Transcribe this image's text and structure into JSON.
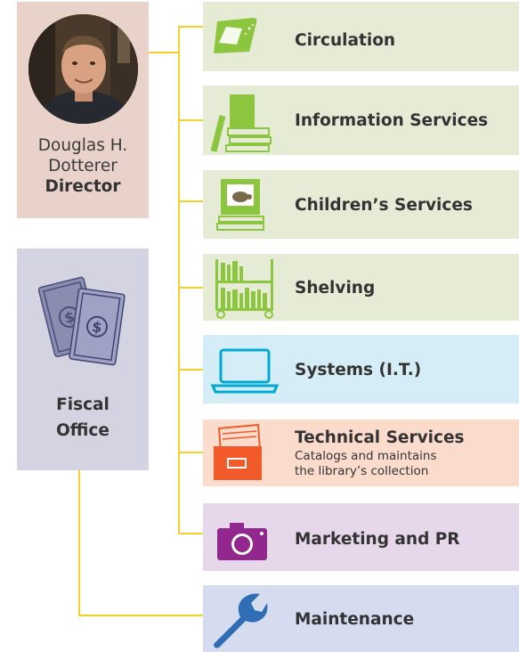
{
  "director": {
    "name_line1": "Douglas H.",
    "name_line2": "Dotterer",
    "title": "Director"
  },
  "fiscal": {
    "line1": "Fiscal",
    "line2": "Office"
  },
  "departments": [
    {
      "label": "Circulation",
      "icon": "book-icon",
      "color": "#e6ebd5"
    },
    {
      "label": "Information Services",
      "icon": "books-stack-icon",
      "color": "#e6ebd5"
    },
    {
      "label": "Children’s Services",
      "icon": "turtle-book-icon",
      "color": "#e6ebd5"
    },
    {
      "label": "Shelving",
      "icon": "book-cart-icon",
      "color": "#e6ebd5"
    },
    {
      "label": "Systems (I.T.)",
      "icon": "laptop-icon",
      "color": "#d4edf6"
    },
    {
      "label": "Technical Services",
      "sub_line1": "Catalogs and maintains",
      "sub_line2": "the library’s collection",
      "icon": "card-catalog-icon",
      "color": "#fbdccc"
    },
    {
      "label": "Marketing and PR",
      "icon": "camera-icon",
      "color": "#e7d7ea"
    },
    {
      "label": "Maintenance",
      "icon": "wrench-icon",
      "color": "#d6dcf0"
    }
  ],
  "colors": {
    "connector": "#f5cf2e",
    "library_green": "#8cc63f",
    "systems_blue": "#00a9d4",
    "tech_orange": "#f15a29",
    "marketing_purple": "#92278f",
    "maintenance_blue": "#2f6db5"
  }
}
